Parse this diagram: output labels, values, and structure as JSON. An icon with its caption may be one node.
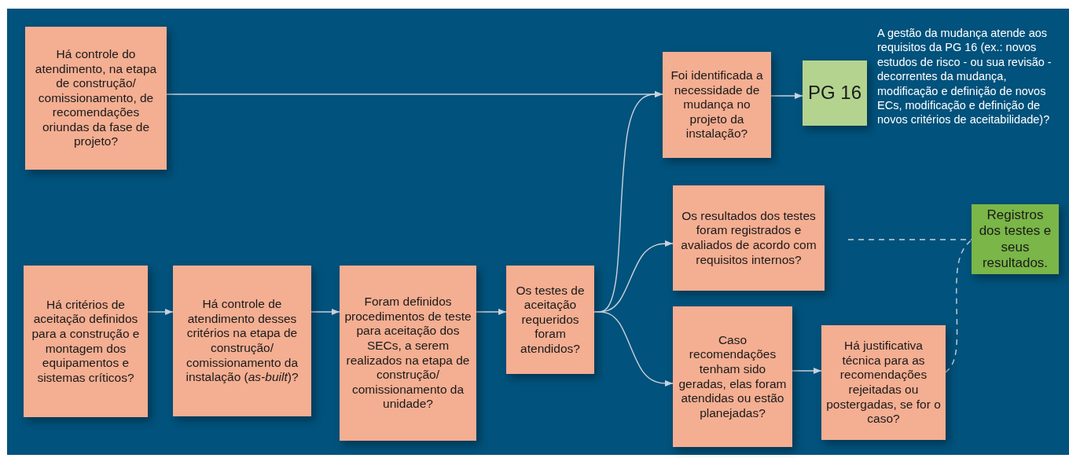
{
  "diagram": {
    "nodes": [
      {
        "text": [
          "Há controle do atendimento, na etapa de construção/ comissionamento, de recomendações oriundas da fase de projeto?"
        ]
      },
      {
        "text": [
          "Há critérios de aceitação definidos para a construção e montagem dos equipamentos e sistemas críticos?"
        ]
      },
      {
        "text": [
          "Há controle de atendimento desses critérios na etapa de construção/ comissionamento da instalação (*as-built*)?"
        ]
      },
      {
        "text": [
          "Foram definidos procedimentos de teste para aceitação dos SECs, a serem realizados na etapa de construção/ comissionamento da unidade?"
        ]
      },
      {
        "text": [
          "Os testes de aceitação requeridos foram atendidos?"
        ]
      },
      {
        "text": [
          "Foi identificada a necessidade de mudança no projeto da instalação?"
        ]
      },
      {
        "text": [
          "PG 16"
        ]
      },
      {
        "text": [
          "Os resultados dos testes foram registrados e avaliados de acordo com requisitos internos?"
        ]
      },
      {
        "text": [
          "Caso recomendações tenham sido geradas, elas foram atendidas ou estão planejadas?"
        ]
      },
      {
        "text": [
          "Há justificativa técnica para as recomendações rejeitadas ou postergadas, se for o caso?"
        ]
      },
      {
        "text": [
          "Registros dos testes e seus resultados."
        ]
      }
    ],
    "edges": [
      {
        "from": 0,
        "to": 5,
        "arrow": "to"
      },
      {
        "from": 1,
        "to": 2,
        "arrow": "to"
      },
      {
        "from": 2,
        "to": 3,
        "arrow": "to"
      },
      {
        "from": 3,
        "to": 4,
        "arrow": "to"
      },
      {
        "from": 4,
        "to": 5,
        "arrow": "to"
      },
      {
        "from": 4,
        "to": 7,
        "arrow": "to"
      },
      {
        "from": 4,
        "to": 8,
        "arrow": "to"
      },
      {
        "from": 5,
        "to": 6,
        "arrow": "to"
      },
      {
        "from": 8,
        "to": 9,
        "arrow": "to"
      },
      {
        "from": 7,
        "to": 10,
        "arrow": "none",
        "style": "dashed"
      },
      {
        "from": 9,
        "to": 10,
        "arrow": "none",
        "style": "dashed"
      }
    ],
    "labels": [
      "A gestão da mudança atende aos requisitos da PG 16 (ex.: novos estudos de risco - ou sua revisão - decorrentes da mudança, modificação e definição de novos ECs, modificação e definição de novos critérios de aceitabilidade)?"
    ]
  }
}
